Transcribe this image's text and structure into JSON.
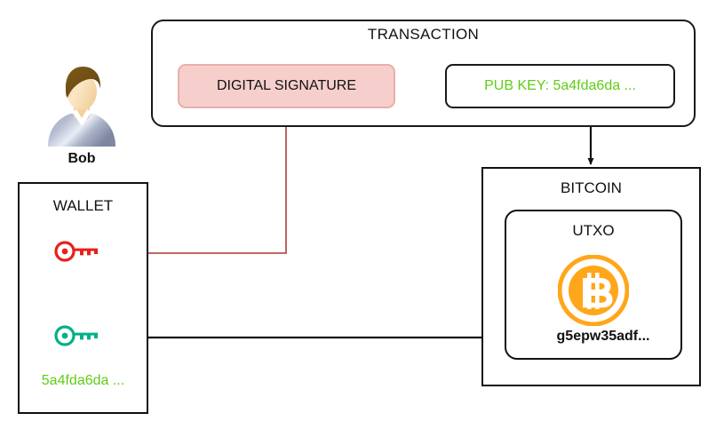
{
  "diagram": {
    "title": "Bitcoin transaction signing diagram",
    "colors": {
      "signature_fill": "#f6cfcc",
      "signature_border": "#e8afab",
      "pubkey_green": "#61cc17",
      "private_key_red": "#e8201a",
      "public_key_green": "#00b187",
      "bitcoin_orange": "#ffa61a",
      "line_black": "#111111",
      "line_red": "#b5534f"
    }
  },
  "transaction": {
    "title": "TRANSACTION",
    "digital_signature": {
      "label": "DIGITAL SIGNATURE"
    },
    "public_key": {
      "label": "PUB KEY: 5a4fda6da ..."
    }
  },
  "actor": {
    "name": "Bob",
    "avatar_icon": "user-avatar-icon"
  },
  "wallet": {
    "title": "WALLET",
    "private_key_icon": "key-icon",
    "public_key_icon": "key-icon",
    "address": "5a4fda6da ..."
  },
  "bitcoin": {
    "title": "BITCOIN",
    "utxo": {
      "title": "UTXO",
      "logo_icon": "bitcoin-logo-icon",
      "address": "g5epw35adf..."
    }
  },
  "connectors": [
    {
      "name": "private-key-to-signature",
      "from": "wallet.private_key",
      "to": "transaction.digital_signature",
      "color": "#b5534f"
    },
    {
      "name": "private-key-to-public-key",
      "from": "wallet.private_key",
      "to": "wallet.public_key",
      "color": "#111111"
    },
    {
      "name": "public-key-to-utxo",
      "from": "wallet.public_key",
      "to": "bitcoin.utxo",
      "color": "#111111"
    },
    {
      "name": "transaction-to-bitcoin",
      "from": "transaction",
      "to": "bitcoin",
      "color": "#111111"
    }
  ]
}
